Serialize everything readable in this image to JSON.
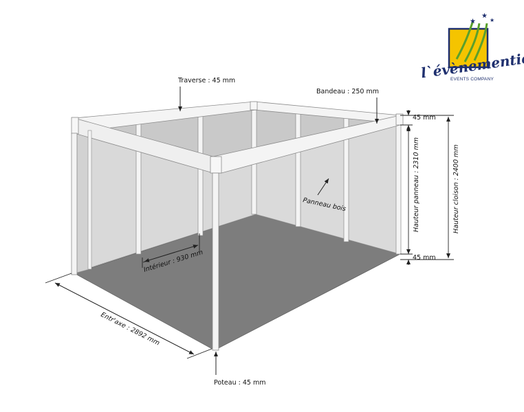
{
  "logo": {
    "name": "l`évènementiel",
    "tagline": "EVENTS COMPANY",
    "colors": {
      "square": "#f5c400",
      "square_border": "#1e2f6e",
      "text": "#1e2f6e",
      "swoosh": "#5aa02c",
      "stars": "#1e2f6e"
    }
  },
  "labels": {
    "traverse": "Traverse : 45 mm",
    "bandeau": "Bandeau : 250 mm",
    "top_45": "45 mm",
    "bottom_45": "45 mm",
    "hauteur_panneau": "Hauteur panneau : 2310 mm",
    "hauteur_cloison": "Hauteur cloison : 2400 mm",
    "panneau_bois": "Panneau bois",
    "interieur": "Intérieur : 930 mm",
    "entr_axe": "Entr'axe : 2892 mm",
    "poteau": "Poteau : 45 mm"
  },
  "colors": {
    "floor": "#7d7d7d",
    "wall": "#dcdcdc",
    "wall_back": "#d6d6d6",
    "frame": "#f4f4f4",
    "frame_stroke": "#8a8a8a",
    "line": "#222222"
  }
}
